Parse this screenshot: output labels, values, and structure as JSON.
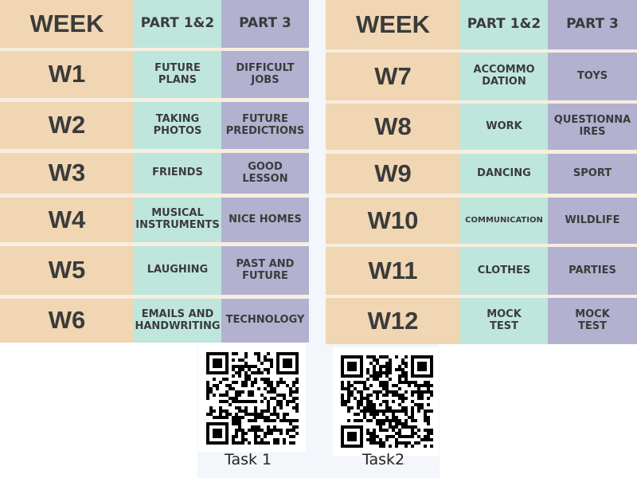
{
  "headers": {
    "week": "WEEK",
    "part12": "PART 1&2",
    "part3": "PART 3"
  },
  "left_rows": [
    {
      "week": "W1",
      "part12": "FUTURE\nPLANS",
      "part3": "DIFFICULT\nJOBS"
    },
    {
      "week": "W2",
      "part12": "TAKING\nPHOTOS",
      "part3": "FUTURE\nPREDICTIONS"
    },
    {
      "week": "W3",
      "part12": "FRIENDS",
      "part3": "GOOD\nLESSON"
    },
    {
      "week": "W4",
      "part12": "MUSICAL\nINSTRUMENTS",
      "part3": "NICE HOMES"
    },
    {
      "week": "W5",
      "part12": "LAUGHING",
      "part3": "PAST AND\nFUTURE"
    },
    {
      "week": "W6",
      "part12": "EMAILS AND\nHANDWRITING",
      "part3": "TECHNOLOGY"
    }
  ],
  "right_rows": [
    {
      "week": "W7",
      "part12": "ACCOMMO\nDATION",
      "part3": "TOYS"
    },
    {
      "week": "W8",
      "part12": "WORK",
      "part3": "QUESTIONNA\nIRES"
    },
    {
      "week": "W9",
      "part12": "DANCING",
      "part3": "SPORT"
    },
    {
      "week": "W10",
      "part12": "COMMUNICATION",
      "part3": "WILDLIFE"
    },
    {
      "week": "W11",
      "part12": "CLOTHES",
      "part3": "PARTIES"
    },
    {
      "week": "W12",
      "part12": "MOCK\nTEST",
      "part3": "MOCK\nTEST"
    }
  ],
  "qr_codes": [
    {
      "label": "Task 1"
    },
    {
      "label": "Task2"
    }
  ],
  "colors": {
    "week": "#f0d6b2",
    "part12": "#bfe6dc",
    "part3": "#b2b1d0",
    "text": "#3b3b3b"
  }
}
